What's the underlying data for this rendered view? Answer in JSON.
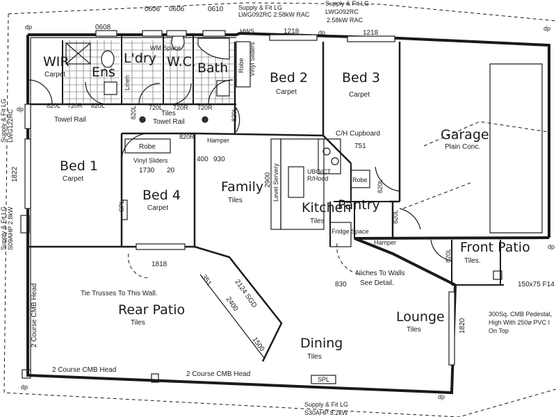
{
  "rooms": {
    "wir": "WIR",
    "wir_floor": "Carpet",
    "ens": "Ens",
    "ldry": "L'dry",
    "wc": "W.C.",
    "bath": "Bath",
    "bed2": "Bed 2",
    "bed2_floor": "Carpet",
    "bed3": "Bed 3",
    "bed3_floor": "Carpet",
    "garage": "Garage",
    "garage_floor": "Plain Conc.",
    "bed1": "Bed 1",
    "bed1_floor": "Carpet",
    "bed4": "Bed 4",
    "bed4_floor": "Carpet",
    "family": "Family",
    "family_floor": "Tiles",
    "kitchen": "Kitchen",
    "kitchen_floor": "Tiles",
    "pantry": "Pantry",
    "rear_patio": "Rear Patio",
    "rear_patio_floor": "Tiles",
    "lounge": "Lounge",
    "lounge_floor": "Tiles",
    "dining": "Dining",
    "dining_floor": "Tiles",
    "front_patio": "Front Patio",
    "front_patio_floor": "Tiles."
  },
  "dims": {
    "w0608a": "0608",
    "w0606a": "0606",
    "w0606b": "0606",
    "w0610": "0610",
    "w1218a": "1218",
    "w1218b": "1218",
    "d820l_a": "820L",
    "d720r_a": "720R",
    "d820l_b": "820L",
    "d720l": "720L",
    "d720r_b": "720R",
    "d820l_c": "820L",
    "d820r": "820R",
    "d820l_d": "820L",
    "d820l_e": "820L",
    "d820l_f": "820L",
    "d720r_c": "720R",
    "d820l_g": "820L",
    "bed1_w": "1822",
    "bed4_w": "1730",
    "bed4_w2": "20",
    "fam_a": "400",
    "fam_b": "930",
    "fam_h": "2900",
    "w751": "751",
    "w1818": "1818",
    "w2124": "2124 SGD",
    "w2400": "2400",
    "w1500": "1500",
    "w351": "351",
    "w830": "830",
    "w1820": "1820"
  },
  "labels": {
    "supply_top1": "Supply & Fit LG",
    "supply_top1b": "LWG092RC 2.58kW RAC",
    "supply_top2": "Supply & Fit LG",
    "supply_top2b": "LWG092RC",
    "supply_top2c": "2.58kW RAC",
    "supply_left": "Supply & Fit LG",
    "supply_left_b": "LWG122RC",
    "supply_right": "Supply & Fit LG",
    "supply_right_b": "S09AHP 2.8kW",
    "supply_bottom": "Supply & Fit LG",
    "supply_bottom_b": "S30AHP 8.2kW",
    "hws": "HWS",
    "robe": "Robe",
    "vinyl": "Vinyl Sliders",
    "robe2": "Robe",
    "vinyl2": "Vinyl Sliders",
    "linen": "Linen",
    "robe_bed3": "Robe",
    "towel_rail_1": "Towel Rail",
    "towel_rail_2": "Towel Rail",
    "tiles_hall": "Tiles",
    "hamper": "Hamper",
    "hamper2": "Hamper",
    "ch_cupboard": "C/H Cupboard",
    "uboct": "UBO/CT",
    "rhood": "R/Hood",
    "level_servery": "Level Servery",
    "fridge": "Fridge Space",
    "wm": "WM Space",
    "spl": "SPL",
    "tie_trusses": "Tie Trusses To This Wall.",
    "niches": "Niches To Walls",
    "see_detail": "See Detail.",
    "cmb_head_1": "2 Course CMB Head",
    "cmb_head_2": "2 Course CMB Head",
    "cmb_head_3": "2 Course CMB Head",
    "post_size": "150x75 F14",
    "pedestal_1": "300Sq. CMB Pedestal,",
    "pedestal_2": "High With 250ø PVC I",
    "pedestal_3": "On Top",
    "spl_bottom": "SPL",
    "dp": "dp"
  }
}
